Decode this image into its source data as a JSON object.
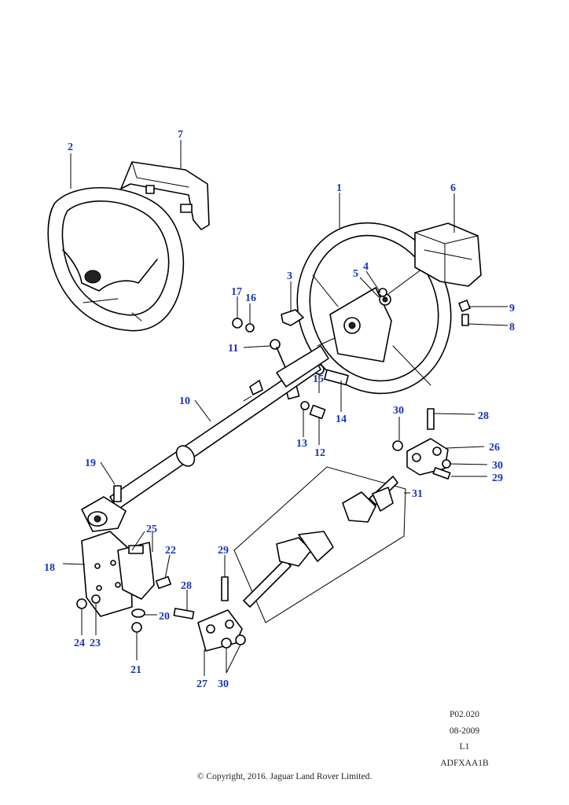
{
  "callouts": [
    {
      "id": "c1",
      "label": "1"
    },
    {
      "id": "c2",
      "label": "2"
    },
    {
      "id": "c3",
      "label": "3"
    },
    {
      "id": "c4",
      "label": "4"
    },
    {
      "id": "c5",
      "label": "5"
    },
    {
      "id": "c6",
      "label": "6"
    },
    {
      "id": "c7",
      "label": "7"
    },
    {
      "id": "c8",
      "label": "8"
    },
    {
      "id": "c9",
      "label": "9"
    },
    {
      "id": "c10",
      "label": "10"
    },
    {
      "id": "c11",
      "label": "11"
    },
    {
      "id": "c12",
      "label": "12"
    },
    {
      "id": "c13",
      "label": "13"
    },
    {
      "id": "c14",
      "label": "14"
    },
    {
      "id": "c15",
      "label": "15"
    },
    {
      "id": "c16",
      "label": "16"
    },
    {
      "id": "c17",
      "label": "17"
    },
    {
      "id": "c18",
      "label": "18"
    },
    {
      "id": "c19",
      "label": "19"
    },
    {
      "id": "c20",
      "label": "20"
    },
    {
      "id": "c21",
      "label": "21"
    },
    {
      "id": "c22",
      "label": "22"
    },
    {
      "id": "c23",
      "label": "23"
    },
    {
      "id": "c24",
      "label": "24"
    },
    {
      "id": "c25",
      "label": "25"
    },
    {
      "id": "c26",
      "label": "26"
    },
    {
      "id": "c27",
      "label": "27"
    },
    {
      "id": "c28a",
      "label": "28"
    },
    {
      "id": "c28b",
      "label": "28"
    },
    {
      "id": "c29a",
      "label": "29"
    },
    {
      "id": "c29b",
      "label": "29"
    },
    {
      "id": "c30a",
      "label": "30"
    },
    {
      "id": "c30b",
      "label": "30"
    },
    {
      "id": "c30c",
      "label": "30"
    },
    {
      "id": "c31",
      "label": "31"
    }
  ],
  "reference": {
    "plate": "P02.020",
    "date": "08-2009",
    "level": "L1",
    "code": "ADFXAA1B"
  },
  "copyright": "© Copyright, 2016. Jaguar Land Rover Limited.",
  "colors": {
    "callout": "#1a33b8",
    "line": "#000000",
    "background": "#ffffff"
  }
}
